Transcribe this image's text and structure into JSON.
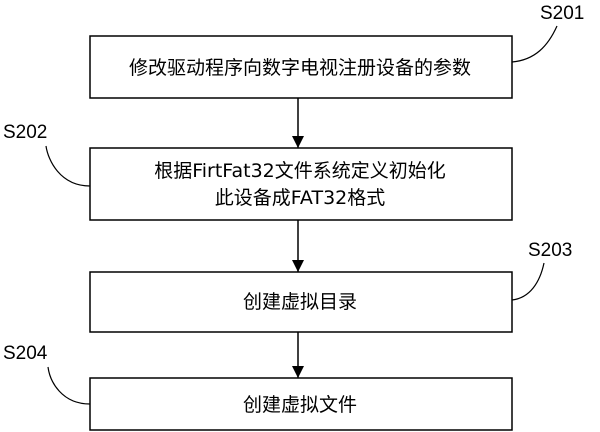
{
  "flowchart": {
    "steps": [
      {
        "label": "S201",
        "lines": [
          "修改驱动程序向数字电视注册设备的参数"
        ]
      },
      {
        "label": "S202",
        "lines": [
          "根据FirtFat32文件系统定义初始化",
          "此设备成FAT32格式"
        ]
      },
      {
        "label": "S203",
        "lines": [
          "创建虚拟目录"
        ]
      },
      {
        "label": "S204",
        "lines": [
          "创建虚拟文件"
        ]
      }
    ]
  }
}
